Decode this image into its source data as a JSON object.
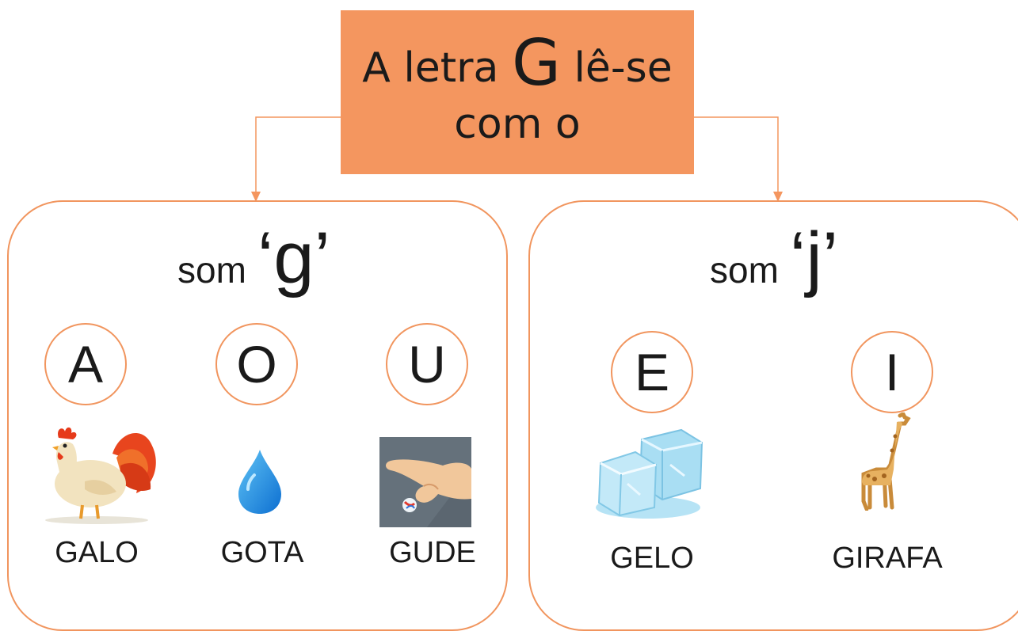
{
  "title": {
    "line1_prefix": "A letra",
    "letter": "G",
    "line1_suffix": "lê-se",
    "line2": "com o"
  },
  "colors": {
    "accent": "#f4965f",
    "border": "#f1955e"
  },
  "left_panel": {
    "heading_text": "som",
    "heading_sound": "‘g’",
    "vowels": [
      "A",
      "O",
      "U"
    ],
    "words": [
      "GALO",
      "GOTA",
      "GUDE"
    ],
    "icons": [
      "rooster-icon",
      "water-drop-icon",
      "marble-hand-icon"
    ]
  },
  "right_panel": {
    "heading_text": "som",
    "heading_sound": "‘j’",
    "vowels": [
      "E",
      "I"
    ],
    "words": [
      "GELO",
      "GIRAFA"
    ],
    "icons": [
      "ice-cubes-icon",
      "giraffe-icon"
    ]
  }
}
